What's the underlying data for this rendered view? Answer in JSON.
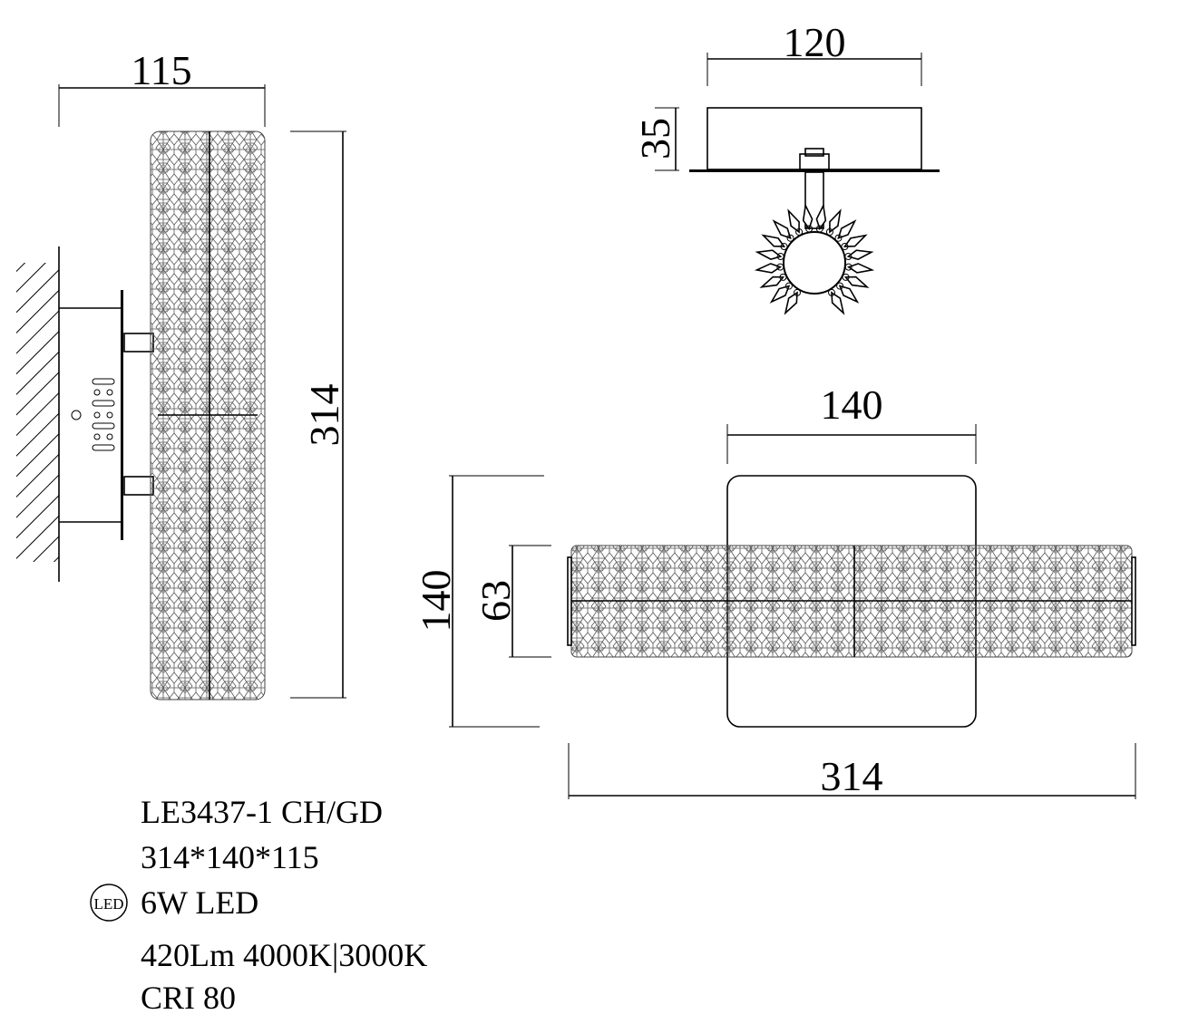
{
  "dimensions": {
    "side_width": "115",
    "side_height": "314",
    "top_width": "120",
    "top_depth": "35",
    "front_plate_width": "140",
    "front_plate_height": "140",
    "front_tube_height": "63",
    "front_length": "314"
  },
  "specs": {
    "model": "LE3437-1 CH/GD",
    "size": "314*140*115",
    "led_badge": "LED",
    "power": "6W LED",
    "lumen_cct": "420Lm 4000K|3000K",
    "cri": "CRI 80"
  },
  "colors": {
    "line": "#000000",
    "background": "#ffffff"
  }
}
